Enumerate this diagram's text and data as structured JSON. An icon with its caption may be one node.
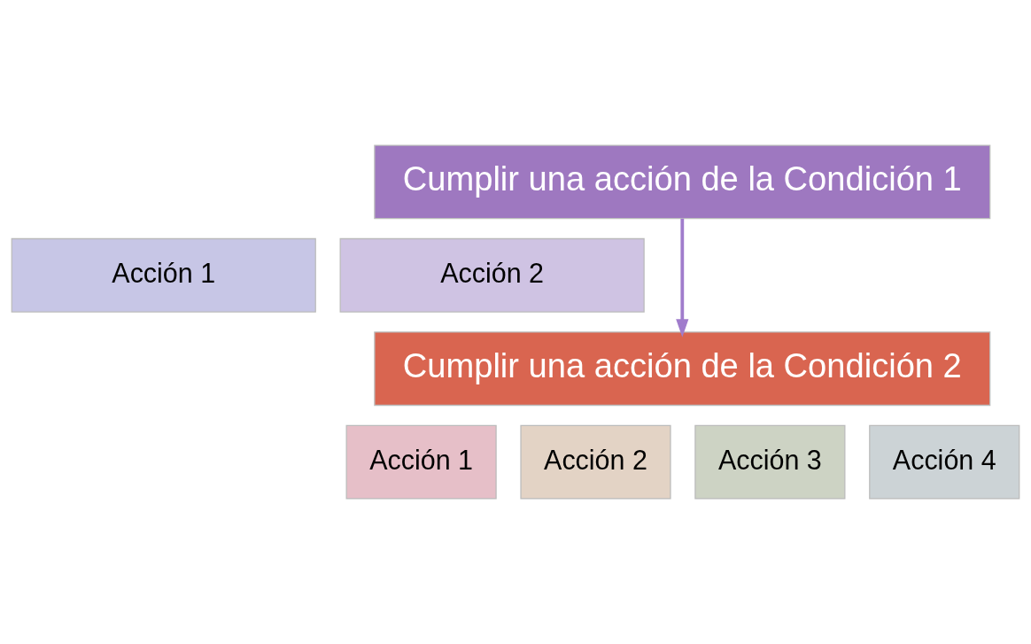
{
  "diagram": {
    "nodes": [
      {
        "text": [
          "Cumplir una acción de la Condición 1"
        ]
      },
      {
        "text": [
          "Acción 1"
        ]
      },
      {
        "text": [
          "Acción 2"
        ]
      },
      {
        "text": [
          "Cumplir una acción de la Condición 2"
        ]
      },
      {
        "text": [
          "Acción 1"
        ]
      },
      {
        "text": [
          "Acción 2"
        ]
      },
      {
        "text": [
          "Acción 3"
        ]
      },
      {
        "text": [
          "Acción 4"
        ]
      }
    ],
    "edges": [
      {
        "from": 0,
        "to": 3,
        "arrow": "to",
        "color": "#a07ccc"
      }
    ]
  }
}
